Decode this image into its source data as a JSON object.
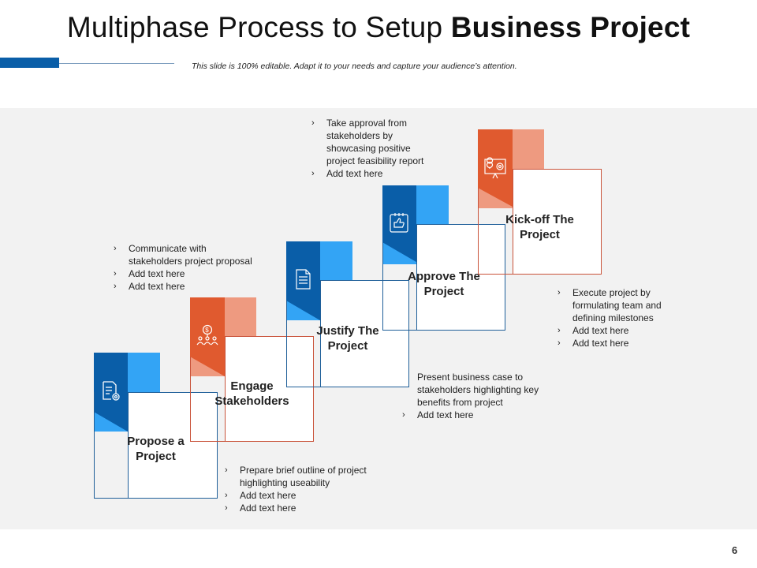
{
  "header": {
    "title_regular": "Multiphase Process to Setup ",
    "title_bold": "Business Project",
    "subtitle": "This slide is 100% editable. Adapt it to your needs and capture your audience’s attention."
  },
  "colors": {
    "blue_dark": "#0a5ea8",
    "blue_light": "#33a4f5",
    "orange_dark": "#e05a2f",
    "orange_light": "#ee9a80",
    "panel_bg": "#f2f2f2"
  },
  "steps": [
    {
      "label_line1": "Propose a",
      "label_line2": "Project",
      "icon": "document-gear-icon",
      "notes": [
        {
          "bullet": true,
          "lines": [
            "Prepare brief outline of project",
            "highlighting useability"
          ]
        },
        {
          "bullet": true,
          "lines": [
            "Add text here"
          ]
        },
        {
          "bullet": true,
          "lines": [
            "Add text here"
          ]
        }
      ]
    },
    {
      "label_line1": "Engage",
      "label_line2": "Stakeholders",
      "icon": "stakeholders-icon",
      "notes": [
        {
          "bullet": true,
          "lines": [
            "Communicate with",
            "stakeholders project proposal"
          ]
        },
        {
          "bullet": true,
          "lines": [
            "Add text here"
          ]
        },
        {
          "bullet": true,
          "lines": [
            "Add text here"
          ]
        }
      ]
    },
    {
      "label_line1": "Justify The",
      "label_line2": "Project",
      "icon": "document-icon",
      "notes": [
        {
          "bullet": false,
          "lines": [
            "Present business case to",
            "stakeholders highlighting key",
            "benefits from project"
          ]
        },
        {
          "bullet": true,
          "lines": [
            "Add text here"
          ]
        }
      ]
    },
    {
      "label_line1": "Approve The",
      "label_line2": "Project",
      "icon": "approval-icon",
      "notes": [
        {
          "bullet": true,
          "lines": [
            "Take approval from",
            "stakeholders by",
            "showcasing positive",
            "project feasibility report"
          ]
        },
        {
          "bullet": true,
          "lines": [
            "Add text here"
          ]
        }
      ]
    },
    {
      "label_line1": "Kick-off The",
      "label_line2": "Project",
      "icon": "idea-board-icon",
      "notes": [
        {
          "bullet": true,
          "lines": [
            "Execute project by",
            "formulating team and",
            "defining milestones"
          ]
        },
        {
          "bullet": true,
          "lines": [
            "Add text here"
          ]
        },
        {
          "bullet": true,
          "lines": [
            "Add text here"
          ]
        }
      ]
    }
  ],
  "footer": {
    "page_number": "6"
  }
}
